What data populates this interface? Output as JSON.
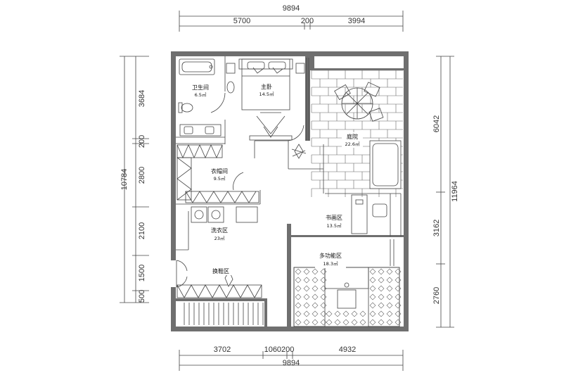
{
  "dimensions": {
    "top_total": "9894",
    "top_segments": [
      "5700",
      "200",
      "3994"
    ],
    "bottom_segments": [
      "3702",
      "1060200",
      "4932"
    ],
    "bottom_total": "9894",
    "left_segments": [
      "3684",
      "200",
      "2800",
      "2100",
      "1500",
      "500"
    ],
    "left_total": "10784",
    "right_segments": [
      "6042",
      "3162",
      "2760"
    ],
    "right_total": "11964"
  },
  "rooms": [
    {
      "name": "卫生间",
      "area": "6.5㎡"
    },
    {
      "name": "主卧",
      "area": "14.5㎡"
    },
    {
      "name": "庭院",
      "area": "22.6㎡"
    },
    {
      "name": "衣帽间",
      "area": "9.5㎡"
    },
    {
      "name": "书画区",
      "area": "13.5㎡"
    },
    {
      "name": "洗衣区",
      "area": "23㎡"
    },
    {
      "name": "多功能区",
      "area": "18.3㎡"
    },
    {
      "name": "换鞋区",
      "area": ""
    }
  ]
}
